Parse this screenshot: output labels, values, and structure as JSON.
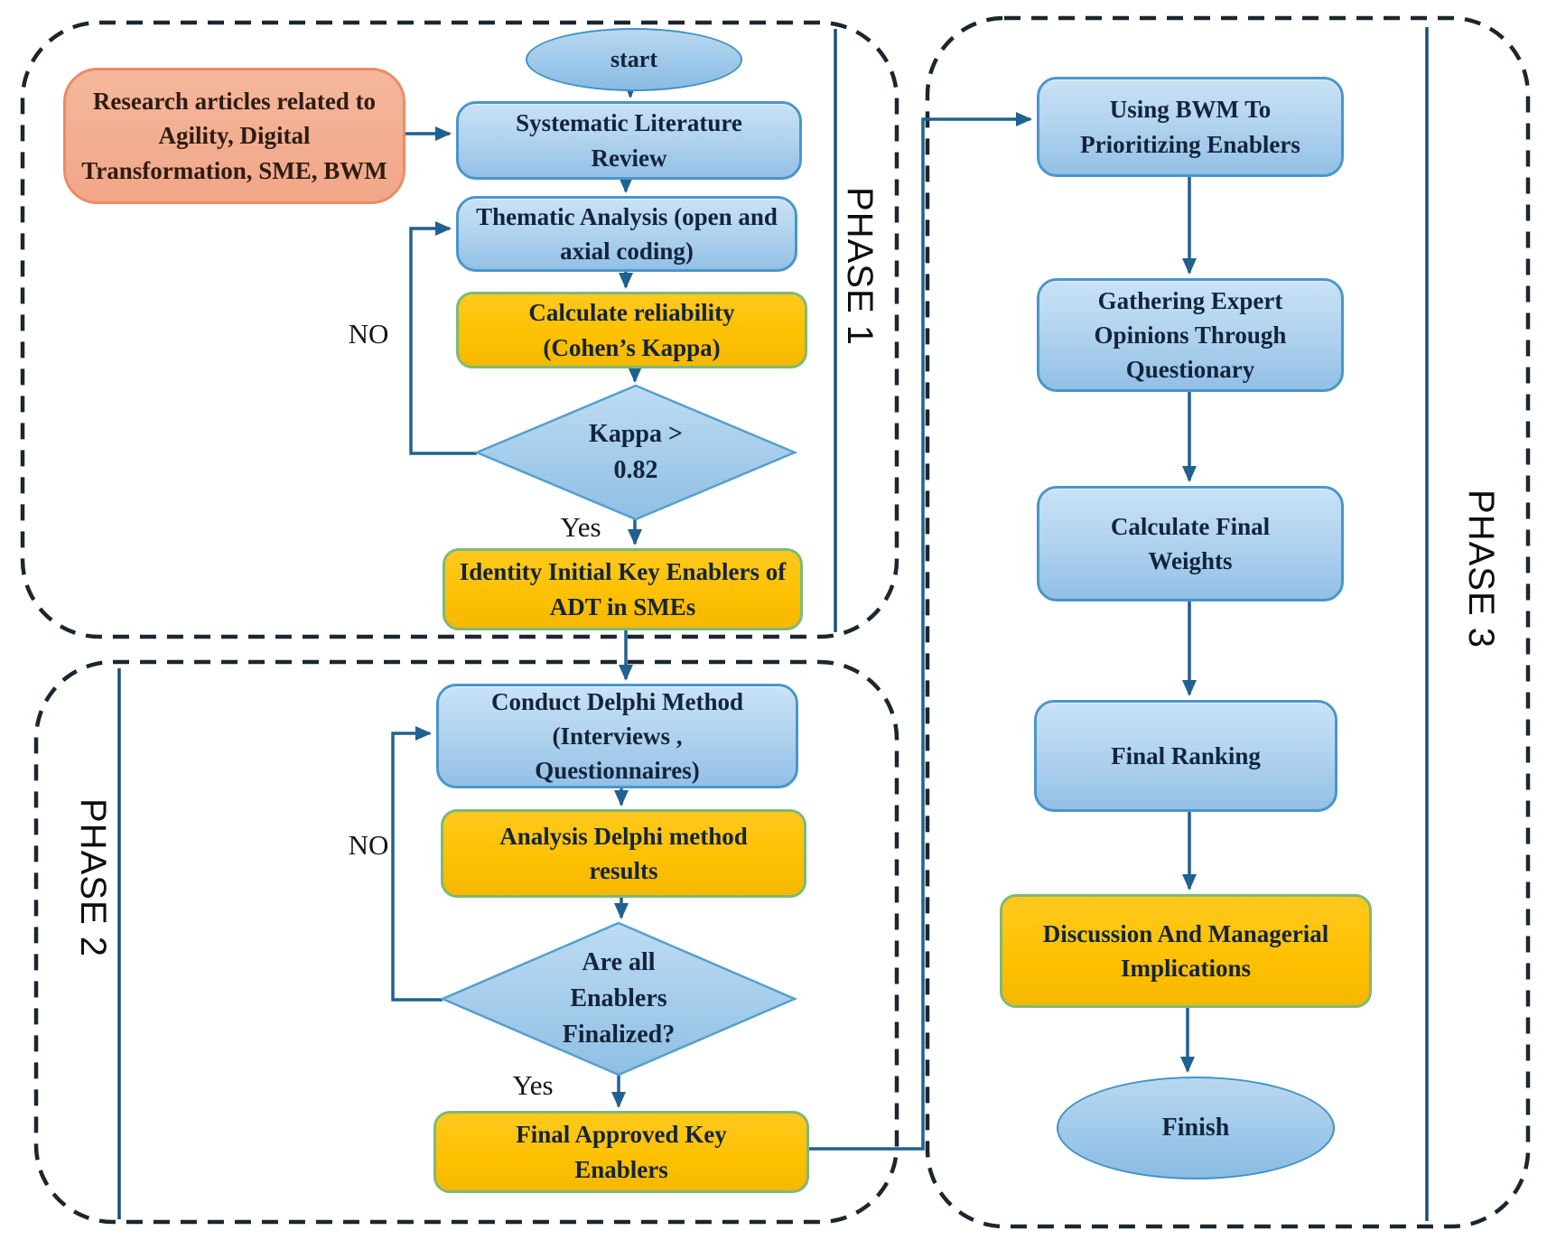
{
  "diagram": {
    "title_hint": "Three-phase research methodology flowchart",
    "phases": [
      {
        "label": "PHASE 1"
      },
      {
        "label": "PHASE 2"
      },
      {
        "label": "PHASE 3"
      }
    ],
    "nodes": {
      "research_articles": "Research articles related to Agility, Digital Transformation, SME, BWM",
      "start": "start",
      "systematic_review": "Systematic Literature Review",
      "thematic_analysis": "Thematic Analysis (open and axial coding)",
      "calculate_reliability": "Calculate reliability (Cohen’s Kappa)",
      "kappa_decision": "Kappa > 0.82",
      "identity_enablers": "Identity Initial Key Enablers of ADT in SMEs",
      "conduct_delphi": "Conduct Delphi Method (Interviews , Questionnaires)",
      "analysis_delphi": "Analysis Delphi method results",
      "enablers_decision": "Are all Enablers Finalized?",
      "final_approved": "Final Approved Key Enablers",
      "using_bwm": "Using BWM To Prioritizing Enablers",
      "gathering_opinions": "Gathering Expert Opinions Through Questionary",
      "calculate_weights": "Calculate Final Weights",
      "final_ranking": "Final Ranking",
      "discussion": "Discussion And Managerial Implications",
      "finish": "Finish"
    },
    "branch_labels": {
      "no1": "NO",
      "yes1": "Yes",
      "no2": "NO",
      "yes2": "Yes"
    },
    "colors": {
      "blue_fill": "#9DC3E6",
      "blue_border": "#4A96CA",
      "gold_fill": "#FFC000",
      "gold_border": "#7FB977",
      "salmon_fill": "#F2AB8E",
      "salmon_border": "#E88D66",
      "connector": "#20618F",
      "dashed_border": "#1B262E"
    }
  }
}
